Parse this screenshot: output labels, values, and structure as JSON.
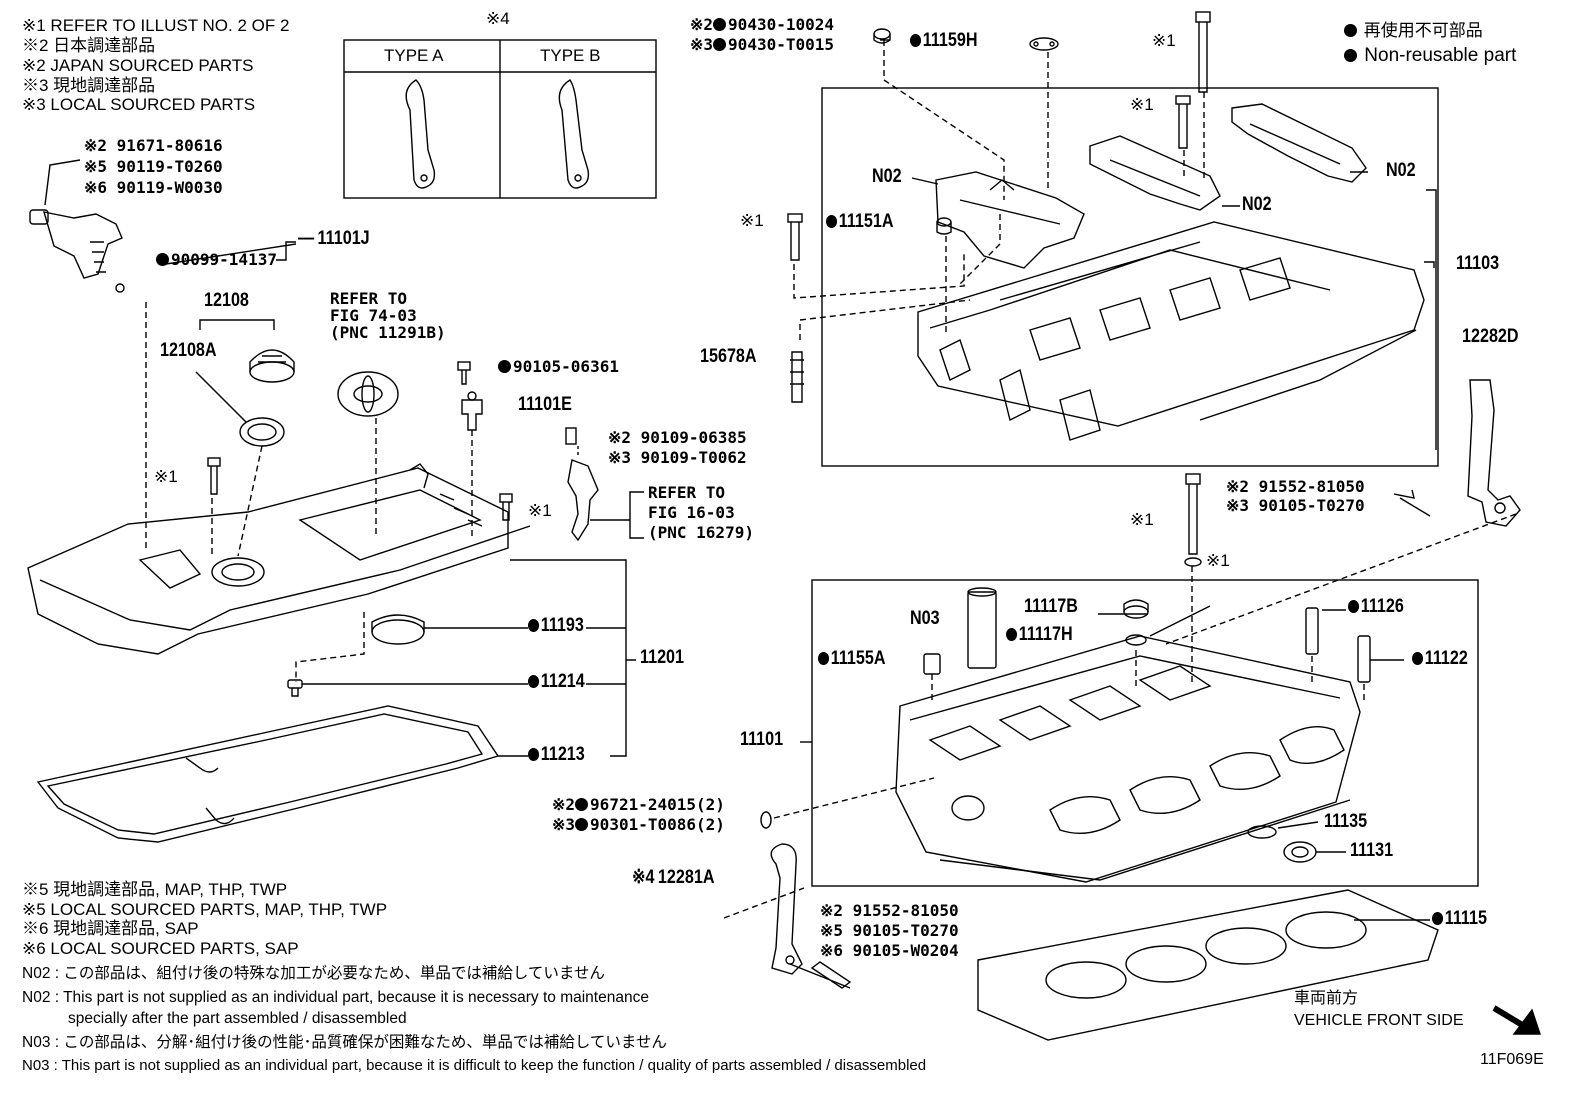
{
  "legend_top": [
    "※1  REFER TO ILLUST NO. 2 OF 2",
    "※2  日本調達部品",
    "※2  JAPAN SOURCED PARTS",
    "※3  現地調達部品",
    "※3  LOCAL SOURCED PARTS"
  ],
  "legend_nonreusable": {
    "jp": "再使用不可部品",
    "en": "Non-reusable part"
  },
  "type_table": {
    "marker": "※4",
    "col_a": "TYPE A",
    "col_b": "TYPE B"
  },
  "labels": {
    "l_91671": "※2  91671-80616",
    "l_90119a": "※5  90119-T0260",
    "l_90119b": "※6  90119-W0030",
    "l_11101J": "11101J",
    "l_90099": "90099-14137",
    "l_12108": "12108",
    "l_12108A": "12108A",
    "l_refer74": "REFER TO\nFIG 74-03\n(PNC 11291B)",
    "l_90105a": "90105-06361",
    "l_11101E": "11101E",
    "l_90109a": "※2  90109-06385",
    "l_90109b": "※3  90109-T0062",
    "l_refer16": "REFER TO\nFIG 16-03\n(PNC 16279)",
    "l_x1a": "※1",
    "l_x1b": "※1",
    "l_11193": "11193",
    "l_11201": "11201",
    "l_11214": "11214",
    "l_11213": "11213",
    "l_90430a": "※2",
    "l_90430a_pn": "90430-10024",
    "l_90430b": "※3",
    "l_90430b_pn": "90430-T0015",
    "l_11159H": "11159H",
    "l_x1c": "※1",
    "l_x1d": "※1",
    "l_N02a": "N02",
    "l_N02b": "N02",
    "l_N02c": "N02",
    "l_x1e": "※1",
    "l_11151A": "11151A",
    "l_11103": "11103",
    "l_15678A": "15678A",
    "l_12282D": "12282D",
    "l_91552a": "※2  91552-81050",
    "l_90105b": "※3  90105-T0270",
    "l_x1f": "※1",
    "l_x1g": "※1",
    "l_N03": "N03",
    "l_11117B": "11117B",
    "l_11117H": "11117H",
    "l_11126": "11126",
    "l_11155A": "11155A",
    "l_11122": "11122",
    "l_11101": "11101",
    "l_96721": "96721-24015(2)",
    "l_96721m": "※2",
    "l_90301": "90301-T0086(2)",
    "l_90301m": "※3",
    "l_11135": "11135",
    "l_11131": "11131",
    "l_12281A": "12281A",
    "l_12281Am": "※4",
    "l_91552b": "※2  91552-81050",
    "l_90105c": "※5  90105-T0270",
    "l_90105d": "※6  90105-W0204",
    "l_11115": "11115",
    "l_front_jp": "車両前方",
    "l_front_en": "VEHICLE FRONT SIDE",
    "l_fig": "11F069E"
  },
  "notes": [
    "※5  現地調達部品, MAP, THP, TWP",
    "※5  LOCAL SOURCED PARTS, MAP, THP, TWP",
    "※6  現地調達部品, SAP",
    "※6  LOCAL SOURCED PARTS, SAP",
    "N02 : この部品は、組付け後の特殊な加工が必要なため、単品では補給していません",
    "N02 : This part is not supplied as an individual part, because it is necessary to maintenance",
    "specially after the part assembled / disassembled",
    "N03 : この部品は、分解･組付け後の性能･品質確保が困難なため、単品では補給していません",
    "N03 : This part is not supplied as an individual part, because it is difficult to keep the function / quality of parts  assembled / disassembled"
  ]
}
